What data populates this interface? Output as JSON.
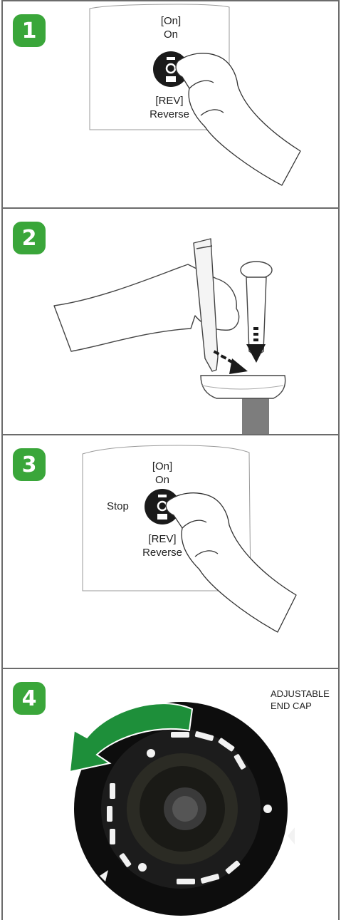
{
  "steps": [
    {
      "number": "1",
      "labels": {
        "on_code": "[On]",
        "on_text": "On",
        "rev_code": "[REV]",
        "rev_text": "Reverse"
      }
    },
    {
      "number": "2"
    },
    {
      "number": "3",
      "labels": {
        "on_code": "[On]",
        "on_text": "On",
        "stop_text": "Stop",
        "rev_code": "[REV]",
        "rev_text": "Reverse"
      }
    },
    {
      "number": "4",
      "labels": {
        "end_cap_line1": "ADJUSTABLE",
        "end_cap_line2": "END CAP"
      }
    }
  ],
  "colors": {
    "badge": "#3aa63a",
    "arrow_green": "#1e8f3a",
    "switch": "#1a1a1a"
  },
  "icons": [
    "hand-pressing-icon",
    "hand-holding-packet-icon",
    "tamper-icon",
    "rotate-arrow-icon"
  ]
}
